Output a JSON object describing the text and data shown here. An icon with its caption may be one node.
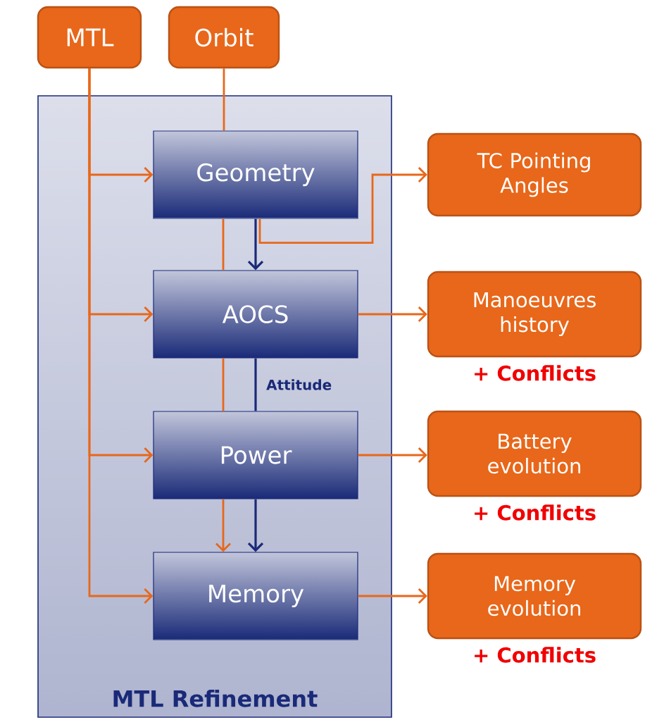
{
  "diagram": {
    "nodes": [
      {
        "text": [
          "MTL"
        ]
      },
      {
        "text": [
          "Orbit"
        ]
      },
      {
        "text": [
          "MTL Refinement"
        ]
      },
      {
        "text": [
          "Geometry"
        ],
        "in": 2
      },
      {
        "text": [
          "AOCS"
        ],
        "in": 2
      },
      {
        "text": [
          "Power"
        ],
        "in": 2
      },
      {
        "text": [
          "Memory"
        ],
        "in": 2
      },
      {
        "text": [
          "TC Pointing Angles"
        ]
      },
      {
        "text": [
          "Manoeuvres history"
        ],
        "beside": [
          "+ Conflicts"
        ]
      },
      {
        "text": [
          "Battery evolution"
        ],
        "beside": [
          "+ Conflicts"
        ]
      },
      {
        "text": [
          "Memory evolution"
        ],
        "beside": [
          "+ Conflicts"
        ]
      }
    ],
    "edges": [
      {
        "from": 0,
        "to": 3,
        "arrow": "to"
      },
      {
        "from": 0,
        "to": 4,
        "arrow": "to"
      },
      {
        "from": 0,
        "to": 5,
        "arrow": "to"
      },
      {
        "from": 0,
        "to": 6,
        "arrow": "to"
      },
      {
        "from": 1,
        "to": 3,
        "arrow": "none"
      },
      {
        "from": 3,
        "to": 4,
        "arrow": "none"
      },
      {
        "from": 4,
        "to": 5,
        "arrow": "none"
      },
      {
        "from": 5,
        "to": 6,
        "arrow": "to"
      },
      {
        "from": 3,
        "to": 4,
        "arrow": "to",
        "color": "#1a2a78"
      },
      {
        "from": 4,
        "to": 5,
        "arrow": "none",
        "color": "#1a2a78",
        "label": "Attitude"
      },
      {
        "from": 5,
        "to": 6,
        "arrow": "to",
        "color": "#1a2a78"
      },
      {
        "from": 3,
        "to": 7,
        "arrow": "to"
      },
      {
        "from": 4,
        "to": 8,
        "arrow": "to"
      },
      {
        "from": 5,
        "to": 9,
        "arrow": "to"
      },
      {
        "from": 6,
        "to": 10,
        "arrow": "to"
      }
    ]
  }
}
